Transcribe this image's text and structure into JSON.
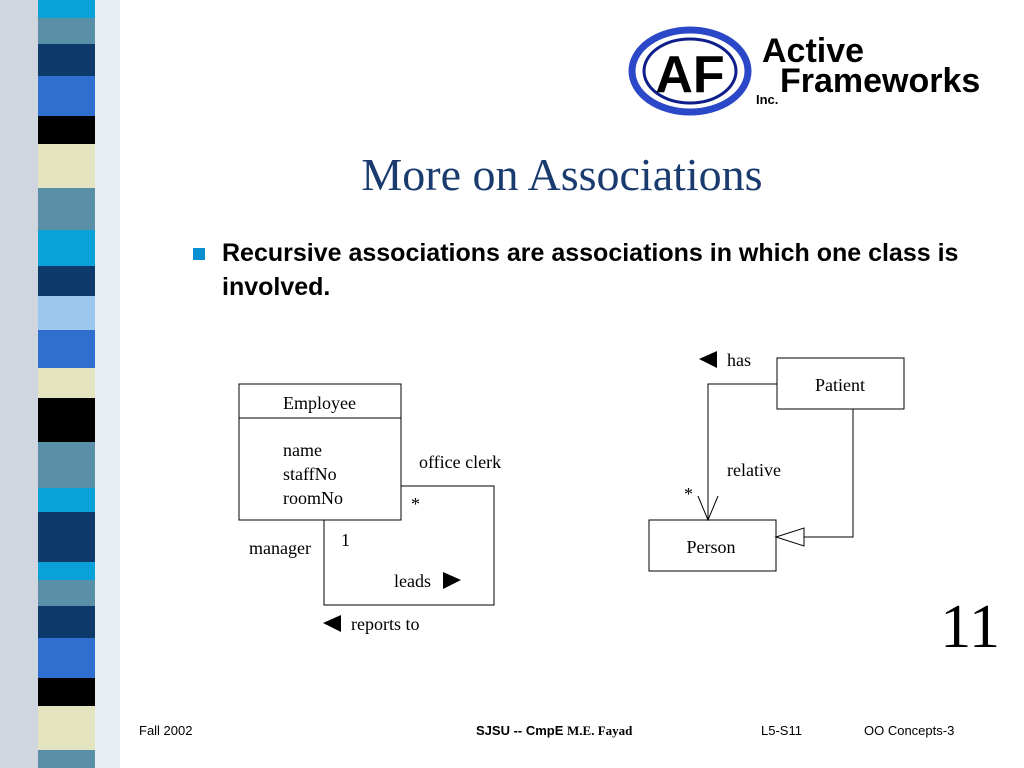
{
  "logo": {
    "line1": "Active",
    "line2": "Frameworks",
    "line3": "Inc.",
    "monogram": "AF"
  },
  "slide": {
    "title": "More on Associations",
    "bullet": "Recursive associations are associations in which one class is involved.",
    "number": "11"
  },
  "diagram_left": {
    "class_name": "Employee",
    "attributes": [
      "name",
      "staffNo",
      "roomNo"
    ],
    "label_office_clerk": "office clerk",
    "mult_star": "*",
    "mult_one": "1",
    "label_manager": "manager",
    "label_leads": "leads",
    "label_reports_to": "reports to"
  },
  "diagram_right": {
    "label_has": "has",
    "class_patient": "Patient",
    "label_relative": "relative",
    "mult_star": "*",
    "class_person": "Person"
  },
  "footer": {
    "term": "Fall 2002",
    "school": "SJSU -- CmpE",
    "author": "M.E. Fayad",
    "slide_code": "L5-S11",
    "course": "OO Concepts-3"
  }
}
